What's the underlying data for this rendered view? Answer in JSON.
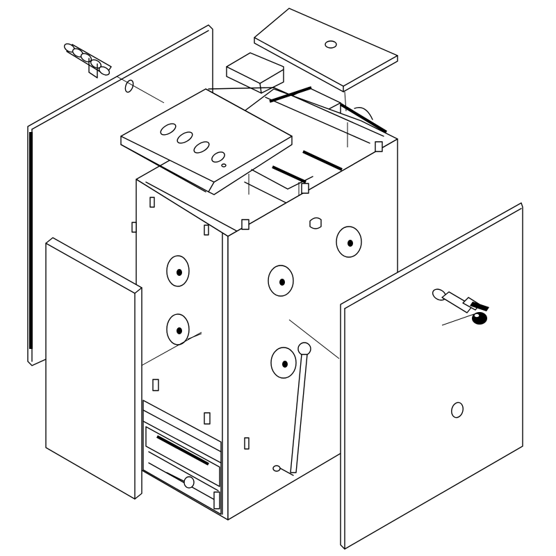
{
  "diagram": {
    "type": "exploded-isometric-line-drawing",
    "ink_color": "#000000",
    "background_color": "#ffffff",
    "components": [
      "boiler-cabinet",
      "rear-panel",
      "left-side-panel",
      "right-side-panel",
      "control-panel-lid",
      "top-cover-plate",
      "flue-hood",
      "upper-pipe-fitting",
      "drain-valve",
      "ash-door-handle",
      "firebox-door",
      "grate-tray"
    ]
  }
}
